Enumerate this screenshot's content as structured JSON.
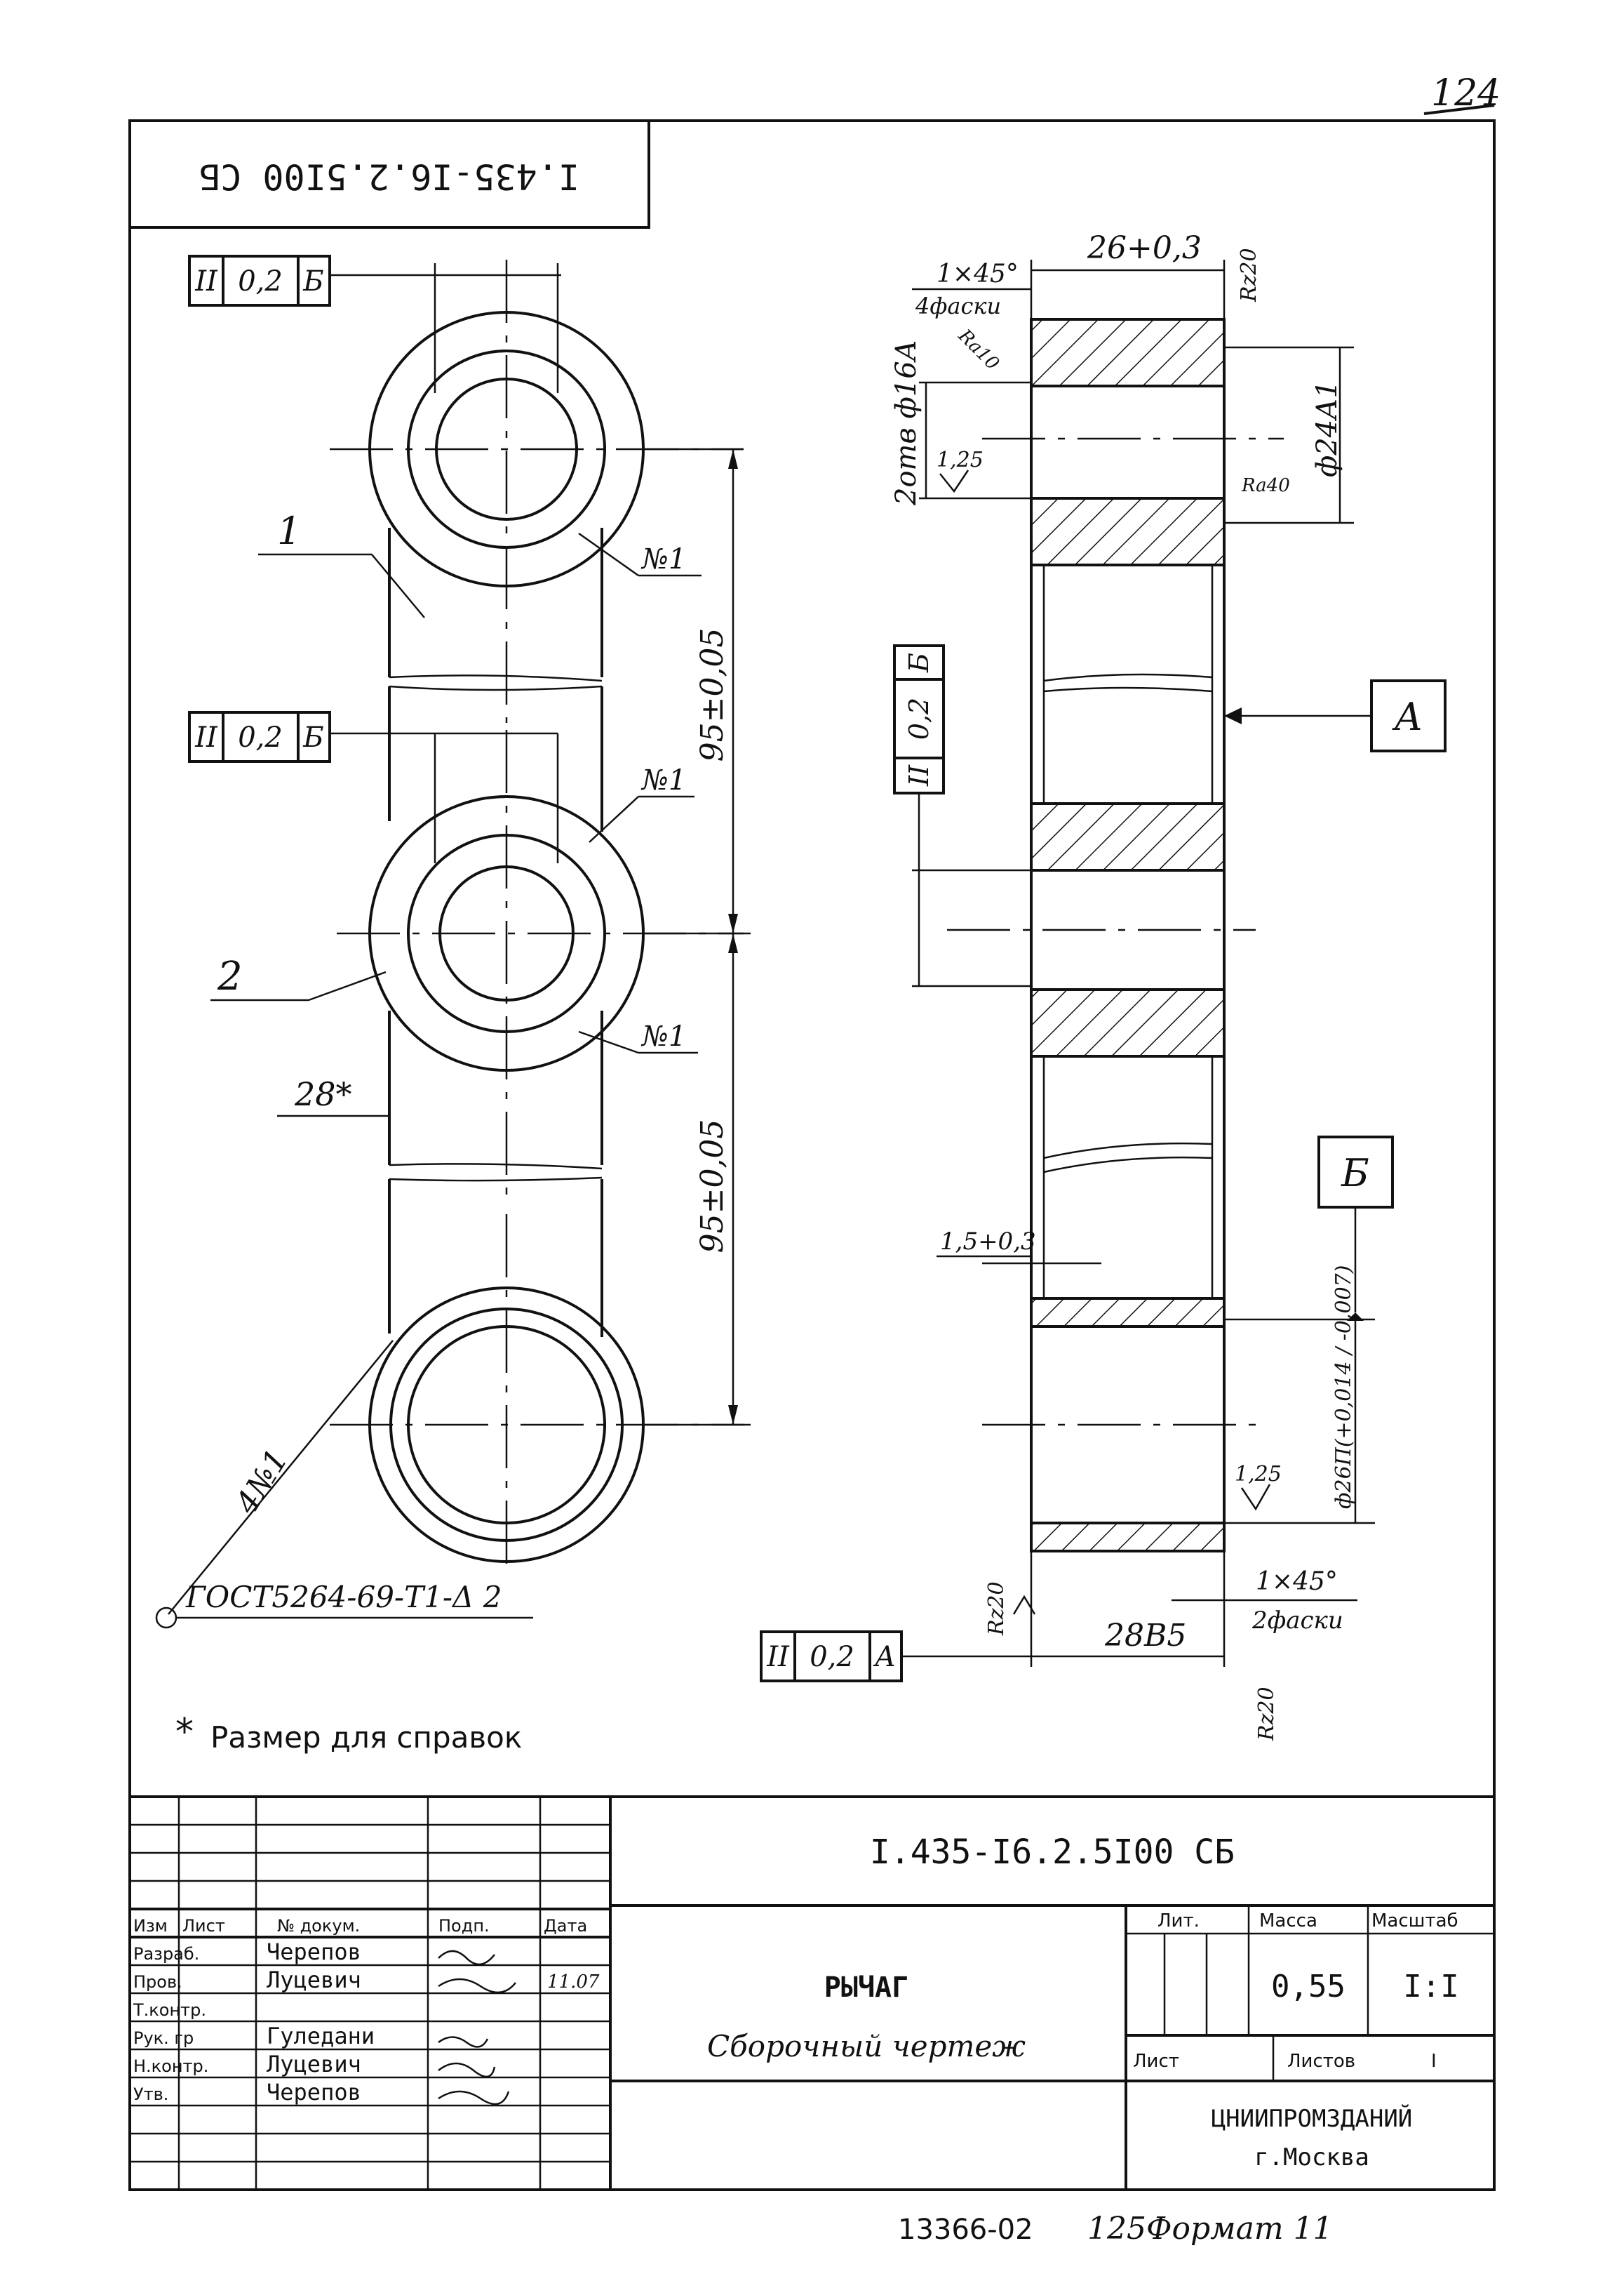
{
  "page_number": "124",
  "stamp_code": "I.435-I6.2.5I00 СБ",
  "tolerances": {
    "t1": {
      "sym": "II",
      "val": "0,2",
      "ref": "Б"
    },
    "t2": {
      "sym": "II",
      "val": "0,2",
      "ref": "Б"
    },
    "t3": {
      "sym": "II",
      "val": "0,2",
      "ref": "Б"
    },
    "t4": {
      "sym": "II",
      "val": "0,2",
      "ref": "А"
    }
  },
  "left_view": {
    "callout_1": "1",
    "callout_2": "2",
    "weld_1": "№1",
    "weld_2": "№1",
    "weld_3": "№1",
    "weld_4": "4№1",
    "dim_top": "95±0,05",
    "dim_bottom": "95±0,05",
    "dim_width": "28*",
    "weld_standard": "ГОСТ5264-69-Т1-Δ 2"
  },
  "right_view": {
    "dim_width_top": "26+0,3",
    "chamfer_top_1": "1×45°",
    "chamfer_top_2": "4фаски",
    "rz20_top": "Rz20",
    "ra_top": "Ra10",
    "holes": "2отв ф16А",
    "r125_top": "1,25",
    "ra40": "Ra40",
    "dia24": "ф24А1",
    "datum_a": "А",
    "datum_b": "Б",
    "dim_15": "1,5+0,3",
    "dia26": "ф26П(+0,014 / -0,007)",
    "r125_bottom": "1,25",
    "rz20_left": "Rz20",
    "chamfer_bot_1": "1×45°",
    "chamfer_bot_2": "2фаски",
    "dim_28": "28В5",
    "rz20_bottom": "Rz20"
  },
  "note": "Размер для справок",
  "note_marker": "*",
  "title_block": {
    "code": "I.435-I6.2.5I00 СБ",
    "name": "РЫЧАГ",
    "subtitle": "Сборочный чертеж",
    "lit_label": "Лит.",
    "mass_label": "Масса",
    "scale_label": "Масштаб",
    "mass": "0,55",
    "scale": "I:I",
    "sheet_label": "Лист",
    "sheets_label": "Листов",
    "sheets_count": "I",
    "org_line1": "ЦНИИПРОМЗДАНИЙ",
    "org_line2": "г.Москва",
    "headers": [
      "Изм",
      "Лист",
      "№ докум.",
      "Подп.",
      "Дата"
    ],
    "rows": [
      {
        "role": "Разраб.",
        "name": "Черепов"
      },
      {
        "role": "Пров.",
        "name": "Луцевич"
      },
      {
        "role": "Т.контр.",
        "name": ""
      },
      {
        "role": "Рук. гр",
        "name": "Гуледани"
      },
      {
        "role": "Н.контр.",
        "name": "Луцевич"
      },
      {
        "role": "Утв.",
        "name": "Черепов"
      }
    ],
    "date_value": "11.07"
  },
  "footer": "13366-02",
  "footer_format": "125Формат 11"
}
